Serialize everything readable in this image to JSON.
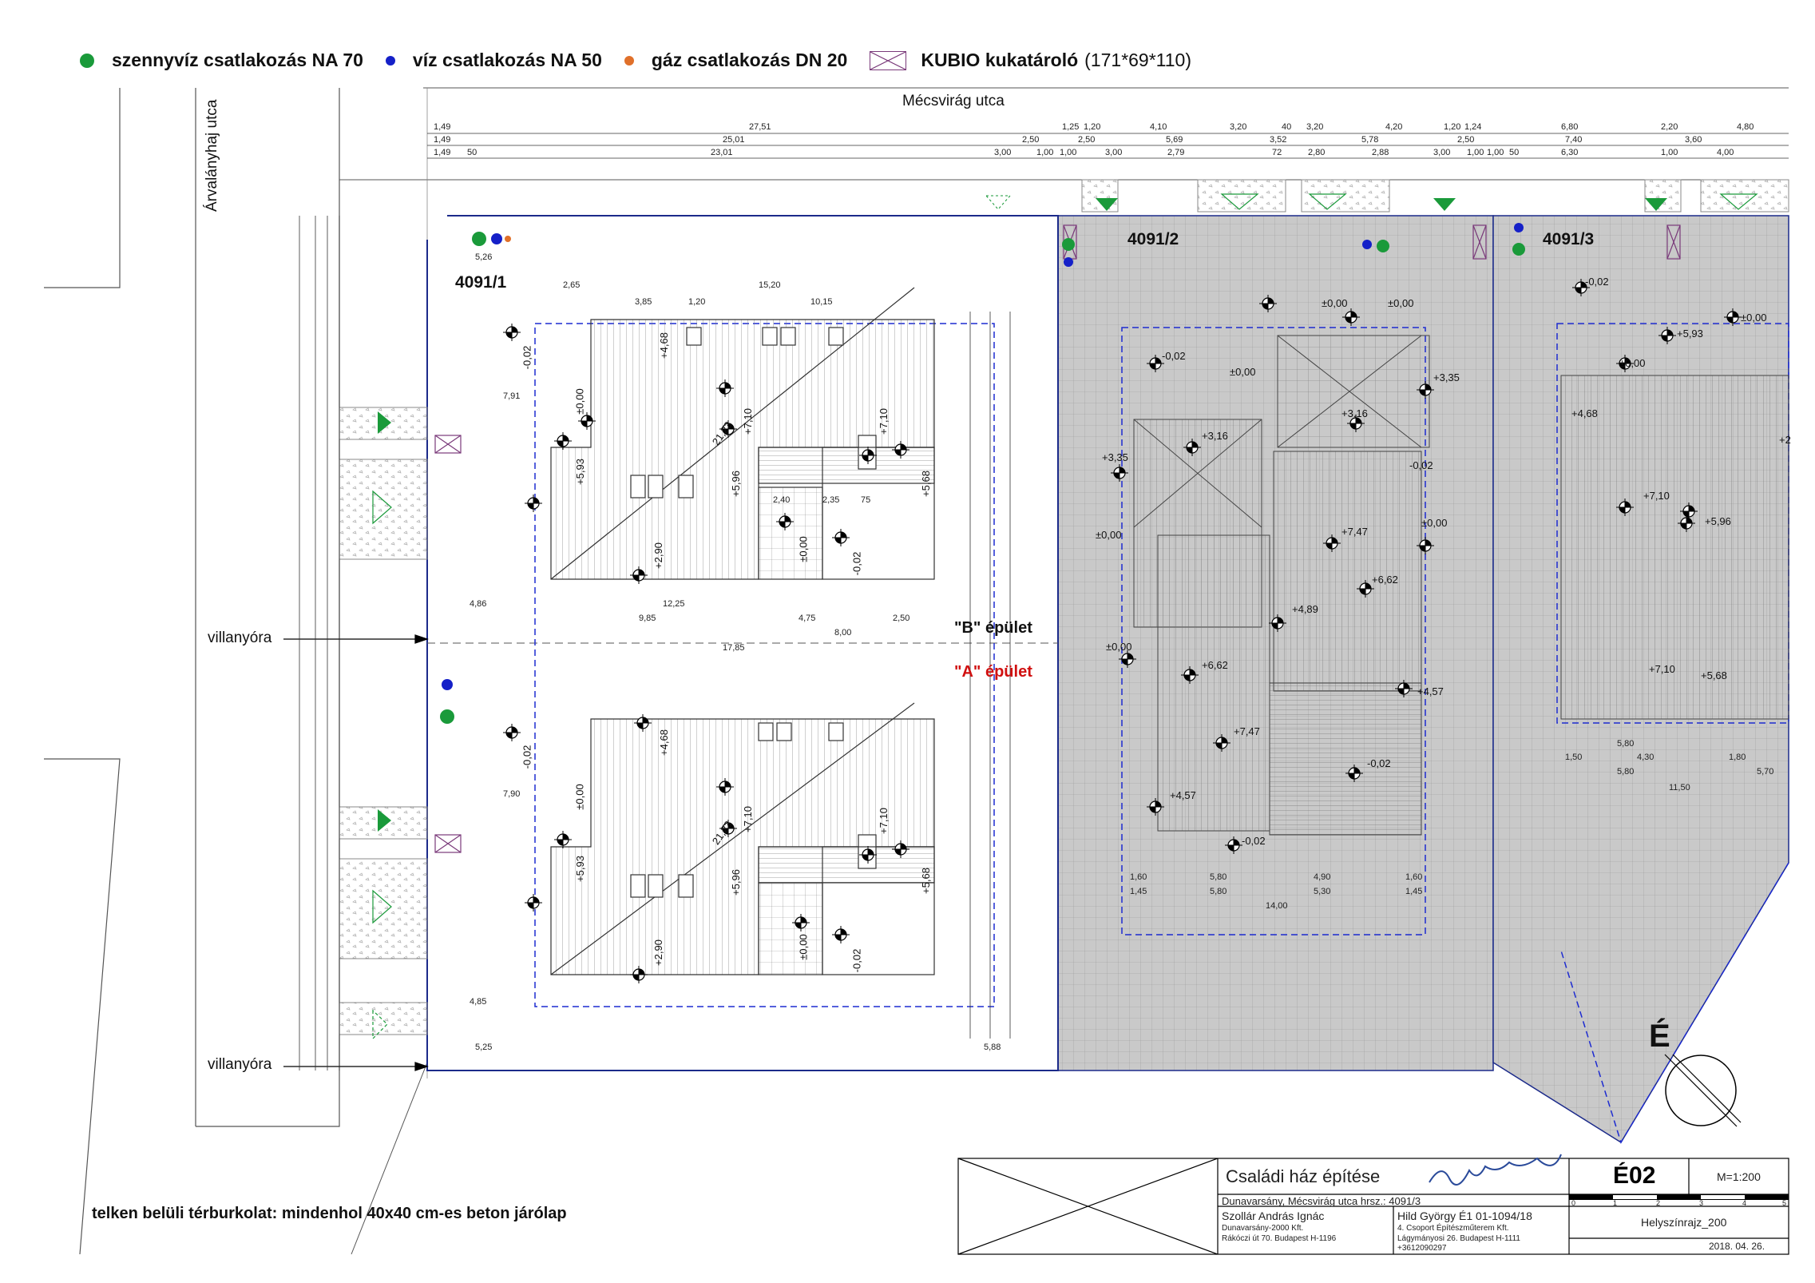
{
  "legend": {
    "sewage": {
      "label": "szennyvíz csatlakozás NA 70",
      "color": "#1a9a3a"
    },
    "water": {
      "label": "víz csatlakozás NA 50",
      "color": "#1520c8"
    },
    "gas": {
      "label": "gáz csatlakozás DN 20",
      "color": "#e0702a"
    },
    "bin": {
      "label": "KUBIO kukatároló",
      "dimensions": "(171*69*110)"
    }
  },
  "streets": {
    "main": "Mécsvirág utca",
    "side": "Árvalányhaj utca"
  },
  "lots": [
    "4091/1",
    "4091/2",
    "4091/3"
  ],
  "buildings": {
    "b": {
      "label": "\"B\" épület",
      "color": "#111111"
    },
    "a": {
      "label": "\"A\" épület",
      "color": "#d01010"
    }
  },
  "meter_label": "villanyóra",
  "paving_note": "telken belüli térburkolat: mindenhol 40x40 cm-es beton járólap",
  "north_label": "É",
  "top_dimensions": {
    "row1": [
      "1,49",
      "27,51",
      "1,25",
      "1,20",
      "4,10",
      "3,20",
      "40",
      "3,20",
      "4,20",
      "1,20",
      "1,24",
      "6,80",
      "2,20",
      "4,80"
    ],
    "row2": [
      "1,49",
      "25,01",
      "2,50",
      "2,50",
      "5,69",
      "3,52",
      "5,78",
      "2,50",
      "7,40",
      "3,60"
    ],
    "row3": [
      "1,49",
      "50",
      "23,01",
      "3,00",
      "1,00",
      "1,00",
      "3,00",
      "2,79",
      "72",
      "2,80",
      "2,88",
      "3,00",
      "1,00",
      "1,00",
      "50",
      "6,30",
      "1,00",
      "4,00"
    ]
  },
  "building_dims": {
    "d1": "2,65",
    "d2": "15,20",
    "d3": "3,85",
    "d4": "1,20",
    "d5": "10,15",
    "d6": "9,85",
    "d7": "4,75",
    "d8": "2,50",
    "d9": "8,00",
    "d10": "12,25",
    "d11": "17,85",
    "d12": "2,40",
    "d13": "2,35",
    "d14": "75",
    "d15": "4,86",
    "d16": "4,85",
    "d17": "5,25",
    "d18": "5,88",
    "d19": "5,26",
    "d20": "7,91",
    "d21": "7,90"
  },
  "levels": {
    "b": [
      "+4,68",
      "+7,10",
      "+5,93",
      "+5,96",
      "+5,68",
      "±0,00",
      "+2,90",
      "-0,02",
      "±0,00",
      "-0,02",
      "+7,10",
      "21,23"
    ],
    "a": [
      "+4,68",
      "+7,10",
      "+5,93",
      "+5,96",
      "+5,68",
      "±0,00",
      "+2,90",
      "-0,02",
      "±0,00",
      "-0,02",
      "+7,10",
      "21,23"
    ],
    "lot2": [
      "±0,00",
      "-0,02",
      "+3,16",
      "+3,35",
      "+3,16",
      "+3,35",
      "±0,00",
      "±0,00",
      "+7,47",
      "+6,62",
      "+4,89",
      "±0,00",
      "+6,62",
      "+7,47",
      "+4,57",
      "+4,57",
      "-0,02",
      "-0,02",
      "±0,00",
      "-0,02",
      "±0,00"
    ],
    "lot3": [
      "-0,02",
      "±0,00",
      "+5,93",
      "±0,00",
      "+4,68",
      "+7,10",
      "+5,96",
      "+7,10",
      "+5,68",
      "+2"
    ]
  },
  "lot2_dims": {
    "row1": [
      "1,60",
      "5,80",
      "4,90",
      "1,60"
    ],
    "row2": [
      "1,45",
      "5,80",
      "5,30",
      "1,45"
    ],
    "total": "14,00"
  },
  "lot3_dims": {
    "row1": [
      "5,80"
    ],
    "row2": [
      "1,50",
      "4,30",
      "1,80"
    ],
    "row3": [
      "5,80",
      "5,70"
    ],
    "total": "11,50"
  },
  "title_block": {
    "project": "Családi ház építése",
    "sheet": "É02",
    "scale": "M=1:200",
    "location": "Dunavarsány, Mécsvirág utca  hrsz.: 4091/3",
    "client_name": "Szollár András Ignác",
    "client_addr1": "Dunavarsány-2000 Kft.",
    "client_addr2": "Rákóczi út 70. Budapest H-1196",
    "architect": "Hild György    É1 01-1094/18",
    "office1": "4. Csoport Építészműterem Kft.",
    "office2": "Lágymányosi 26. Budapest H-1111",
    "phone": "+3612090297",
    "drawing_name": "Helyszínrajz_200",
    "date": "2018. 04. 26.",
    "scale_ticks": [
      "0",
      "1",
      "2",
      "3",
      "4",
      "5"
    ]
  }
}
